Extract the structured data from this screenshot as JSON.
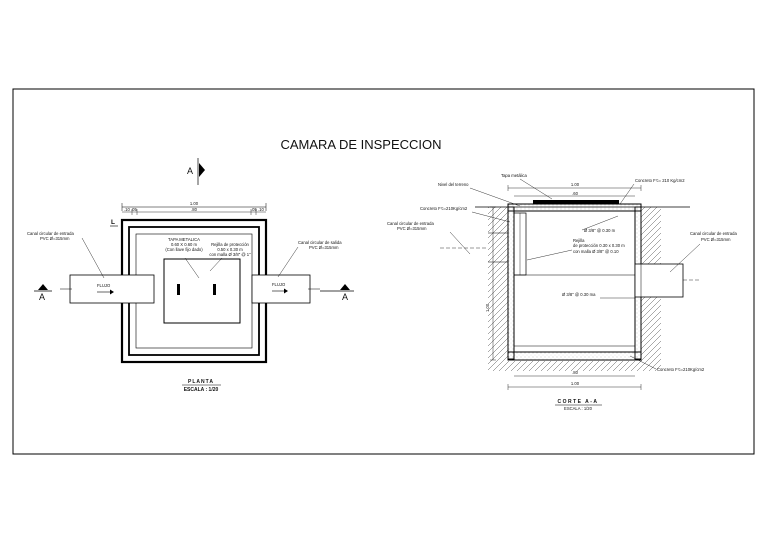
{
  "drawing": {
    "title": "CAMARA DE INSPECCION",
    "plan": {
      "cut_marker": "A",
      "top_dim": "1.00",
      "inner_dim": ".80",
      "wall_left": ".10",
      "wall_left2": ".05",
      "wall_right": ".05",
      "wall_right2": ".10",
      "marker_l": "L",
      "lid_label_1": "TAPA METALICA",
      "lid_label_2": "0.60 X 0.60 m",
      "lid_label_3": "(Con llave fijo dado)",
      "grate_label_1": "Rejilla de protección",
      "grate_label_2": "0.50 x 0.30 m",
      "grate_label_3": "con malla Ø 3/8\" @ 1\"",
      "inlet_label_1": "Canal circular  de entrada",
      "inlet_label_2": "PVC  Ø=315mm",
      "outlet_label_1": "Canal circular de salida",
      "outlet_label_2": "PVC  Ø=315mm",
      "flow_left": "FLUJO",
      "flow_right": "FLUJO",
      "section_left": "A",
      "section_right": "A",
      "caption": "PLANTA",
      "scale": "ESCALA : 1/20"
    },
    "section": {
      "lid": "Tapa metálica",
      "terrain": "Nivel del terreno",
      "concrete_top_right": "Concreto F'c= 210 Kg/cm2",
      "concrete_left": "Concreto F'c=210Kg/cm2",
      "dim_top": "1.00",
      "dim_top_inner": ".60",
      "inlet_1": "Canal circular  de entrada",
      "inlet_2": "PVC  Ø=315mm",
      "rebar_top": "Ø 3/8\" @ 0.30 m",
      "grate_1": "Rejilla",
      "grate_2": "de protección 0.30 x 0.30 m",
      "grate_3": "con malla  Ø 3/8\" @ 0.10",
      "outlet_1": "Canal circular  de entrada",
      "outlet_2": "PVC  Ø=315mm",
      "rebar_mid": "Ø 3/8\" @ 0.30 ma",
      "dim_height": "1.00",
      "dim_bottom_inner": ".80",
      "dim_bottom": "1.00",
      "concrete_bottom": "Concreto F'c=210Kg/cm2",
      "caption": "CORTE A-A",
      "scale": "ESCALA : 1/20"
    }
  }
}
